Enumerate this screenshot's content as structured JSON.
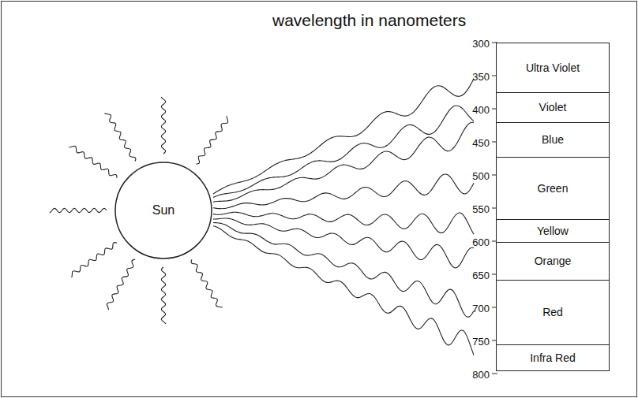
{
  "diagram": {
    "title": "wavelength in nanometers",
    "nodes": [
      {
        "text": [
          "Sun"
        ]
      },
      {
        "text": [
          "Ultra Violet"
        ]
      },
      {
        "text": [
          "Violet"
        ]
      },
      {
        "text": [
          "Blue"
        ]
      },
      {
        "text": [
          "Green"
        ]
      },
      {
        "text": [
          "Yellow"
        ]
      },
      {
        "text": [
          "Orange"
        ]
      },
      {
        "text": [
          "Red"
        ]
      },
      {
        "text": [
          "Infra Red"
        ]
      }
    ],
    "labels": [
      "300",
      "350",
      "400",
      "450",
      "500",
      "550",
      "600",
      "650",
      "700",
      "750",
      "800"
    ]
  }
}
